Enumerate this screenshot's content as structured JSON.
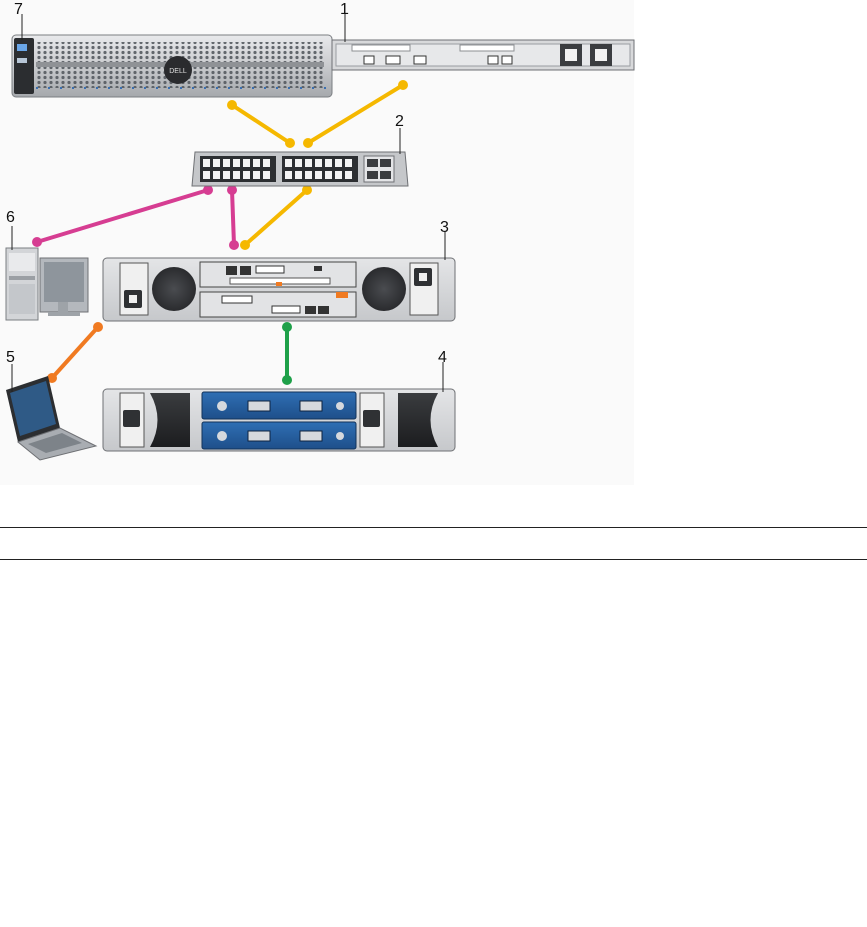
{
  "callouts": {
    "c1": "1",
    "c2": "2",
    "c3": "3",
    "c4": "4",
    "c5": "5",
    "c6": "6",
    "c7": "7"
  },
  "devices": {
    "storage_array": "storage-array-icon",
    "management_server": "rack-server-icon",
    "network_switch": "network-switch-icon",
    "storage_controller": "controller-enclosure-icon",
    "expansion_enclosure": "expansion-enclosure-icon",
    "laptop": "laptop-icon",
    "workstation": "desktop-workstation-icon"
  },
  "cable_colors": {
    "yellow": "#f5b800",
    "magenta": "#d63d92",
    "green": "#1ea049",
    "orange": "#f07a21"
  }
}
